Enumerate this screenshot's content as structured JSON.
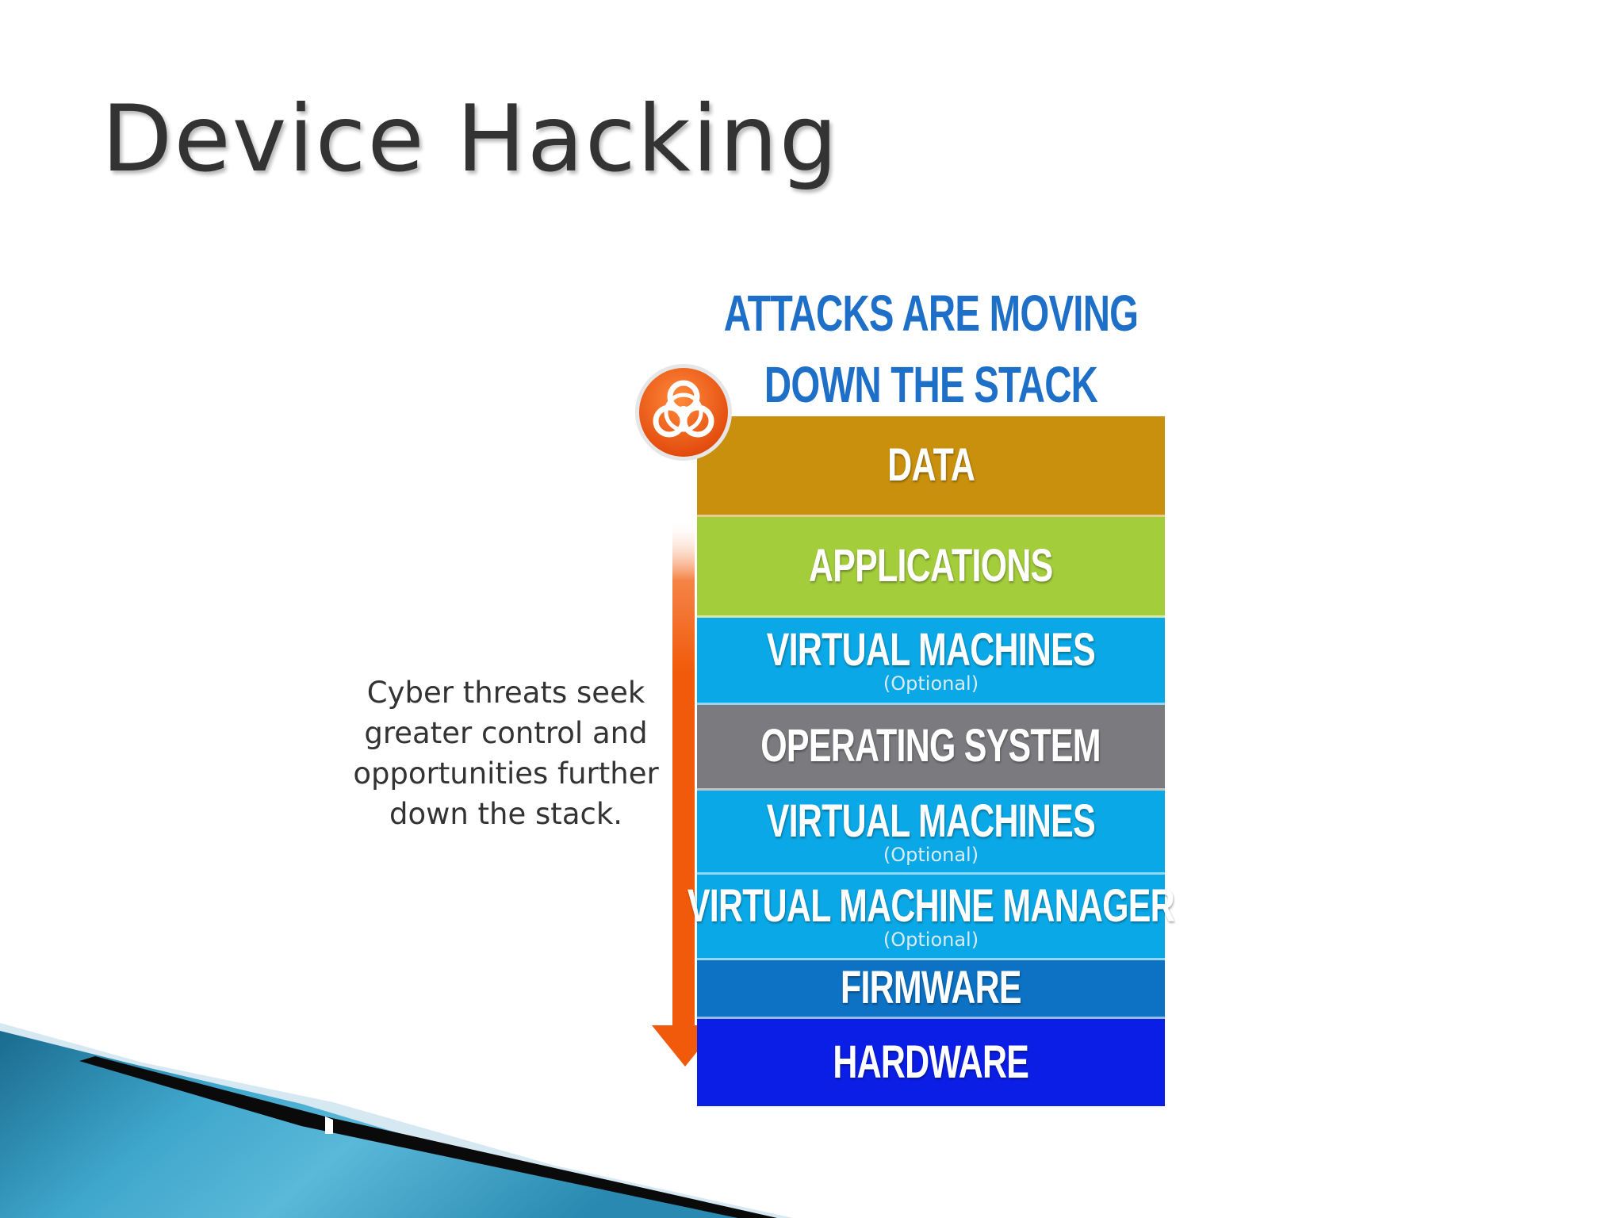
{
  "slide": {
    "title": "Device Hacking"
  },
  "diagram": {
    "heading_line_1": "ATTACKS ARE MOVING",
    "heading_line_2": "DOWN THE STACK",
    "hazard_icon": "biohazard-icon",
    "arrow_icon": "down-arrow-icon",
    "colors": {
      "heading": "#1e6fc7",
      "arrow": "#f15a0a",
      "hazard": "#f15a0a"
    },
    "layers": [
      {
        "label": "DATA",
        "sublabel": "",
        "color": "#c8900d"
      },
      {
        "label": "APPLICATIONS",
        "sublabel": "",
        "color": "#a3cd3b"
      },
      {
        "label": "VIRTUAL MACHINES",
        "sublabel": "(Optional)",
        "color": "#0aa8e6"
      },
      {
        "label": "OPERATING SYSTEM",
        "sublabel": "",
        "color": "#7b7b7f"
      },
      {
        "label": "VIRTUAL MACHINES",
        "sublabel": "(Optional)",
        "color": "#0aa8e6"
      },
      {
        "label": "VIRTUAL MACHINE MANAGER",
        "sublabel": "(Optional)",
        "color": "#0aa8e6"
      },
      {
        "label": "FIRMWARE",
        "sublabel": "",
        "color": "#0d72c4"
      },
      {
        "label": "HARDWARE",
        "sublabel": "",
        "color": "#0b1ee6"
      }
    ],
    "caption_lines": [
      "Cyber threats seek",
      "greater control and",
      "opportunities further",
      "down the stack."
    ]
  }
}
